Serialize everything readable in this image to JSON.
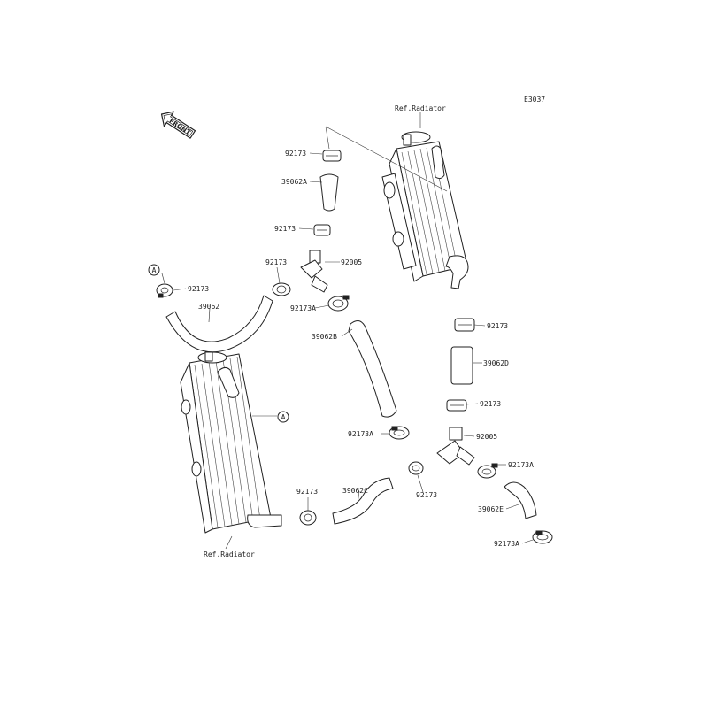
{
  "diagram_code": "E3037",
  "front_badge": "FRONT",
  "callout_ref_letter": "A",
  "labels": {
    "ref_radiator_top": "Ref.Radiator",
    "ref_radiator_bottom": "Ref.Radiator",
    "clamp_top": "92173",
    "hose_39062a": "39062A",
    "clamp_mid_upper": "92173",
    "clamp_left_of_joint": "92173",
    "joint_upper": "92005",
    "clamp_left_end": "92173",
    "hose_39062": "39062",
    "clamp_92173a_upper": "92173A",
    "hose_39062b": "39062B",
    "clamp_right_upper": "92173",
    "hose_39062d": "39062D",
    "clamp_right_lower": "92173",
    "joint_lower": "92005",
    "clamp_92173a_mid": "92173A",
    "clamp_92173a_right": "92173A",
    "hose_39062e": "39062E",
    "clamp_92173a_bottom": "92173A",
    "clamp_bottom_left": "92173",
    "hose_39062c": "39062C",
    "clamp_bottom_mid": "92173"
  }
}
